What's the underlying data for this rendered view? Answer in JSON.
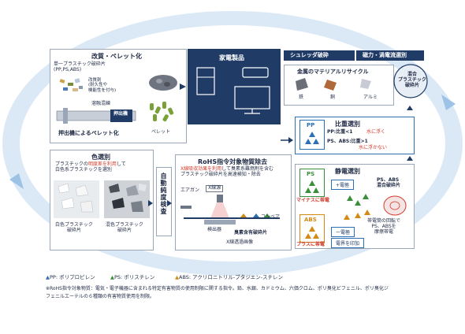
{
  "colors": {
    "navy": "#1f3b66",
    "blue": "#2c6fb5",
    "green": "#3a8f3a",
    "orange": "#d38a12",
    "red": "#d23a2c",
    "ellipse": "#cfe1f4"
  },
  "pelletize": {
    "title": "改質・ペレット化",
    "single_plastic": "単一プラスチック破砕片\n(PP,PS,ABS)",
    "modifier": "改質剤\n(耐久性や\n機能性を付与)",
    "melt": "溶融混練",
    "extruder": "押出機",
    "caption": "押出機によるペレット化",
    "pellet": "ペレット"
  },
  "appliance": {
    "title": "家電製品"
  },
  "flow_top": {
    "shred": "シュレッダ破砕",
    "magnetic": "磁力・渦電流選別"
  },
  "metal": {
    "title": "金属のマテリアルリサイクル",
    "iron": "鉄",
    "copper": "銅",
    "aluminum": "アルミ"
  },
  "mixed": {
    "label": "混合\nプラスチック\n破砕片"
  },
  "gravity": {
    "title": "比重選別",
    "pp_tag": "PP",
    "pp_line": "PP:比重<1",
    "pp_note": "水に浮く",
    "psabs_line": "PS、ABS:比重>1",
    "psabs_note": "水に浮かない"
  },
  "electro": {
    "title": "静電選別",
    "ps_tag": "PS",
    "ps_charge": "マイナスに帯電",
    "plus_electrode": "+電極",
    "abs_tag": "ABS",
    "abs_charge": "プラスに帯電",
    "minus_electrode": "ー電極",
    "voltage": "電界を印加",
    "mix_label": "PS、ABS\n混合破砕片",
    "drum_label": "帯電筒の回転で\nPS、ABSを\n摩擦帯電"
  },
  "rohs": {
    "title": "RoHS指令対象物質除去",
    "desc_pre": "X線吸収効果を利用",
    "desc_post": "して臭素系難燃剤を含む\nプラスチック破砕片を高速検知・除去",
    "airgun": "エアガン",
    "xray": "X線源",
    "detector": "検出器",
    "conveyor": "コンベア",
    "bromine": "臭素含有破砕片",
    "image": "X線透過画像"
  },
  "purity": {
    "title": "自動純度検査"
  },
  "color_sort": {
    "title": "色選別",
    "desc_pre": "プラスチックの",
    "desc_hi": "明度差を利用",
    "desc_post": "して\n白色系プラスチックを選別",
    "white": "白色プラスチック\n破砕片",
    "mixed_color": "混色プラスチック\n破砕片"
  },
  "legend": {
    "pp": "PP: ポリプロピレン",
    "ps": "PS: ポリスチレン",
    "abs": "ABS: アクリロニトリル-ブタジエン-スチレン",
    "note": "※RoHS指令対象物質：電気・電子機器に含まれる特定有害物質の使用制限に関する指令。鉛、水銀、カドミウム、六価クロム、ポリ臭化ビフェニル、ポリ臭化ジ\nフェニルエーテルの６種類の有害物質使用を制限。"
  }
}
